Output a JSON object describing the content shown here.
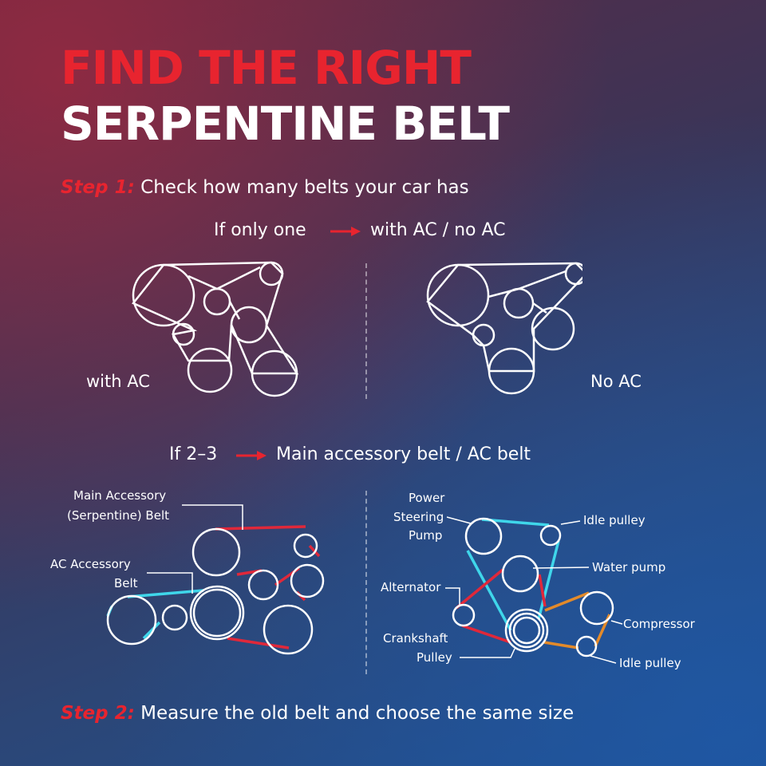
{
  "title": {
    "line1": "FIND THE RIGHT",
    "line2": "SERPENTINE BELT"
  },
  "step1": {
    "label": "Step 1:",
    "text": "Check how many belts your car has"
  },
  "single": {
    "left": "If only one",
    "right": "with AC / no AC"
  },
  "diagram_labels": {
    "with_ac": "with AC",
    "no_ac": "No AC"
  },
  "multi": {
    "left": "If 2–3",
    "right": "Main accessory belt / AC belt"
  },
  "left_labels": {
    "main_1": "Main Accessory",
    "main_2": "(Serpentine) Belt",
    "ac_1": "AC Accessory",
    "ac_2": "Belt"
  },
  "right_labels": {
    "power_1": "Power",
    "power_2": "Steering",
    "power_3": "Pump",
    "idle_top": "Idle pulley",
    "water_pump": "Water pump",
    "alternator": "Alternator",
    "compressor": "Compressor",
    "crank_1": "Crankshaft",
    "crank_2": "Pulley",
    "idle_bottom": "Idle pulley"
  },
  "step2": {
    "label": "Step 2:",
    "text": "Measure the old belt and choose the same size"
  },
  "colors": {
    "accent_red": "#e8242f",
    "belt_red": "#e0283a",
    "belt_cyan": "#3fd6ea",
    "belt_orange": "#e38a2a"
  }
}
